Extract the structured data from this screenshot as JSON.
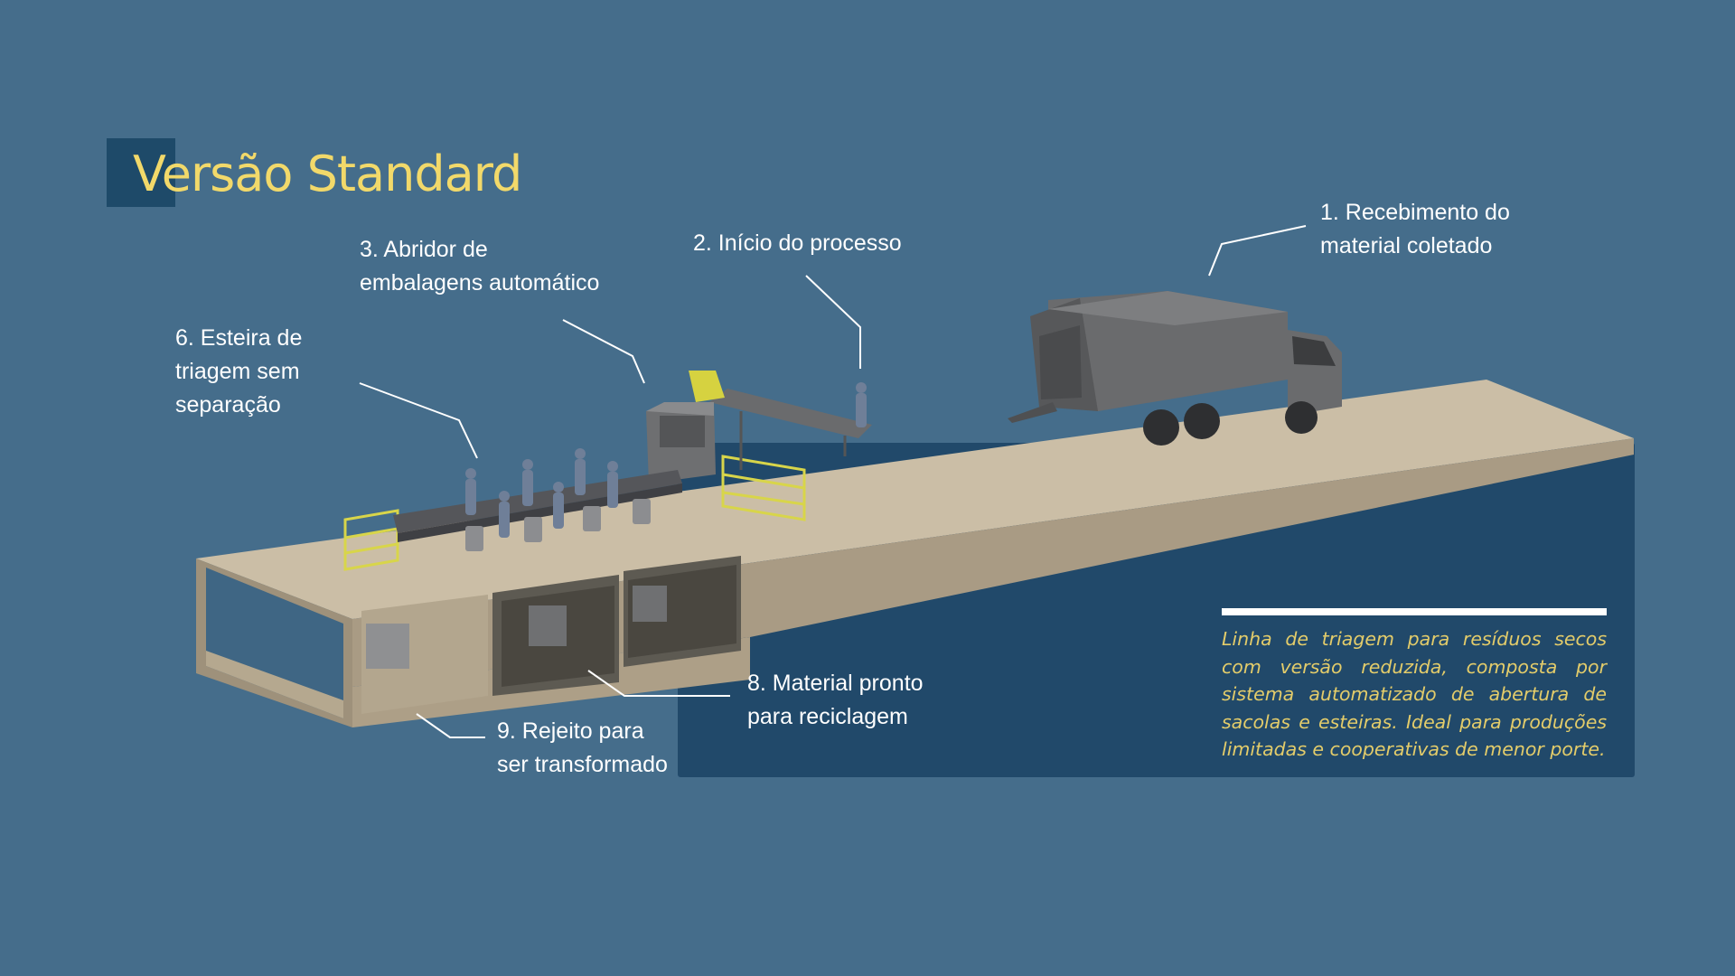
{
  "title": "Versão Standard",
  "description": "Linha de triagem para resíduos secos com versão reduzida, composta por sistema automatizado de abertura de sacolas e esteiras. Ideal para produções limitadas e cooperativas de menor porte.",
  "labels": {
    "recebimento": [
      "1. Recebimento do",
      "material coletado"
    ],
    "inicio": [
      "2. Início do processo"
    ],
    "abridor": [
      "3. Abridor de",
      "embalagens automático"
    ],
    "esteira": [
      "6. Esteira de",
      "triagem sem",
      "separação"
    ],
    "material": [
      "8. Material pronto",
      "para reciclagem"
    ],
    "rejeito": [
      "9. Rejeito para",
      "ser transformado"
    ]
  },
  "colors": {
    "background": "#456d8b",
    "panel": "#21496a",
    "title": "#f2d96a",
    "description": "#e3cc6a",
    "platform": "#c7b9a1",
    "machine": "#5f6062",
    "safety_fence": "#d8d54a"
  }
}
